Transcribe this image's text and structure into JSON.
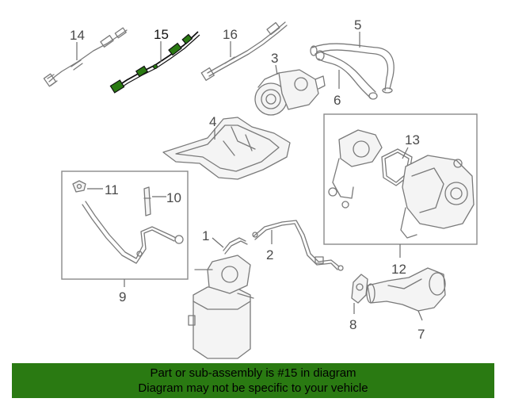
{
  "diagram": {
    "callouts": {
      "c1": "1",
      "c2": "2",
      "c3": "3",
      "c4": "4",
      "c5": "5",
      "c6": "6",
      "c7": "7",
      "c8": "8",
      "c9": "9",
      "c10": "10",
      "c11": "11",
      "c12": "12",
      "c13": "13",
      "c14": "14",
      "c15": "15",
      "c16": "16"
    },
    "highlighted_part": "15",
    "highlight_color": "#2a7a12"
  },
  "banner": {
    "line1": "Part or sub-assembly is #15 in diagram",
    "line2": "Diagram may not be specific to your vehicle",
    "background": "#2a7a12"
  }
}
